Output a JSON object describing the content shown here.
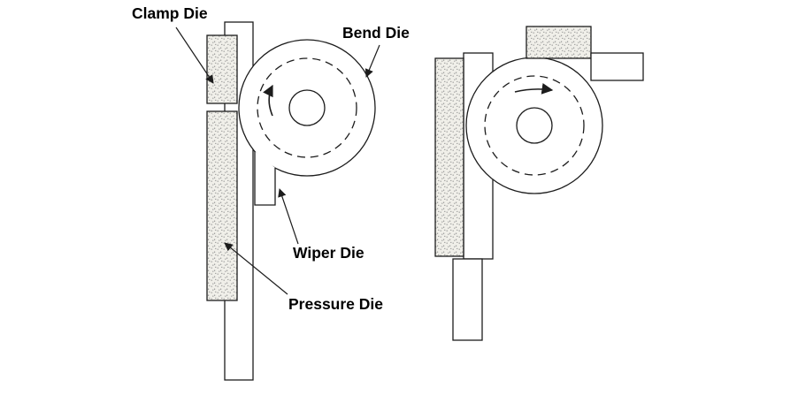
{
  "diagram": {
    "labels": {
      "clamp_die": "Clamp Die",
      "bend_die": "Bend Die",
      "wiper_die": "Wiper Die",
      "pressure_die": "Pressure Die"
    },
    "colors": {
      "background": "#ffffff",
      "line": "#1c1c1c",
      "die_fill": "#f0efe9",
      "die_dots": "#8f8f8f"
    }
  }
}
